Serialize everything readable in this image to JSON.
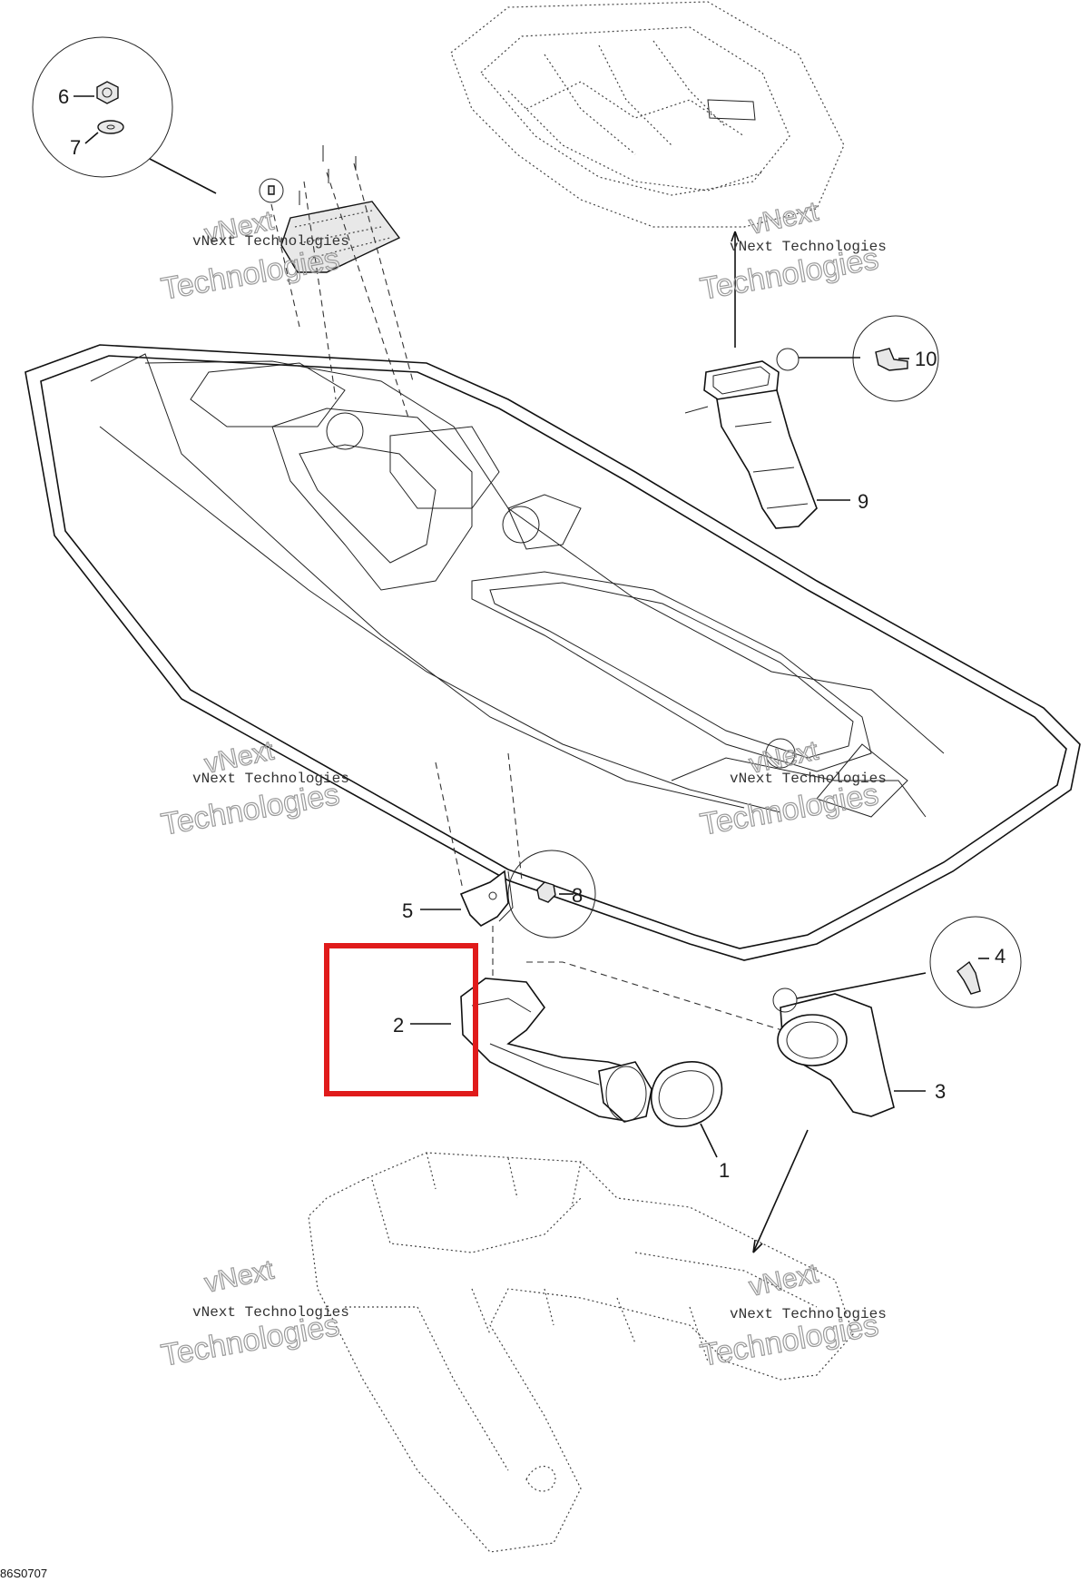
{
  "diagram_code": "86S0707",
  "callouts": [
    {
      "id": "1",
      "label": "1"
    },
    {
      "id": "2",
      "label": "2"
    },
    {
      "id": "3",
      "label": "3"
    },
    {
      "id": "4",
      "label": "4"
    },
    {
      "id": "5",
      "label": "5"
    },
    {
      "id": "6",
      "label": "6"
    },
    {
      "id": "7",
      "label": "7"
    },
    {
      "id": "8",
      "label": "8"
    },
    {
      "id": "9",
      "label": "9"
    },
    {
      "id": "10",
      "label": "10"
    }
  ],
  "watermark": {
    "line_top": "vNext Technologies",
    "word_big": "Technologies",
    "word_small": "vNext"
  },
  "highlight": {
    "target": "2",
    "color": "#e01b1b"
  }
}
